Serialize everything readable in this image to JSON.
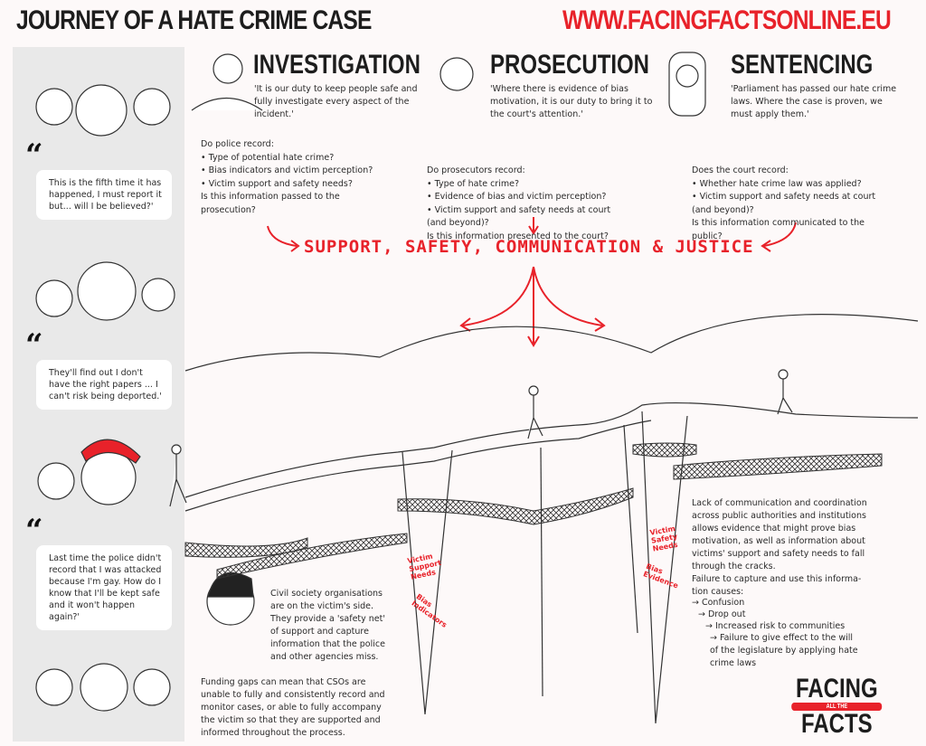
{
  "header": {
    "title": "JOURNEY OF A HATE CRIME CASE",
    "url": "WWW.FACINGFACTSONLINE.EU"
  },
  "victim_quotes": [
    "This is the fifth time it has happened, I must report it but... will I be believed?'",
    "They'll find out I don't have the right papers ... I can't risk being deported.'",
    "Last time the police didn't record that I was attacked because I'm gay. How do I know that I'll be kept safe and it won't happen again?'"
  ],
  "stages": [
    {
      "heading": "INVESTIGATION",
      "quote": "'It is our duty to keep people safe and fully investigate every aspect of the incident.'",
      "lines": [
        "Do police record:",
        "• Type of potential hate crime?",
        "• Bias indicators and victim perception?",
        "• Victim support and safety needs?",
        "Is this information passed to the",
        "prosecution?"
      ]
    },
    {
      "heading": "PROSECUTION",
      "quote": "'Where there is evidence of bias motivation, it is our duty to bring it to the court's attention.'",
      "lines": [
        "Do prosecutors record:",
        "• Type of hate crime?",
        "• Evidence of bias and victim perception?",
        "• Victim support and safety needs at court",
        "  (and beyond)?",
        "Is this information presented to the court?"
      ]
    },
    {
      "heading": "SENTENCING",
      "quote": "'Parliament has passed our hate crime laws. Where the case is proven, we must apply them.'",
      "lines": [
        "Does the court record:",
        "• Whether hate crime law was applied?",
        "• Victim support and safety needs at court",
        "  (and beyond)?",
        "Is this information communicated to the",
        "public?"
      ]
    }
  ],
  "banner": "SUPPORT, SAFETY, COMMUNICATION & JUSTICE",
  "crack_labels": {
    "left": [
      "Victim Support Needs",
      "Bias Indicators"
    ],
    "right": [
      "Victim Safety Needs",
      "Bias Evidence"
    ]
  },
  "cso_text": "Civil society organisations are on the victim's side. They provide a 'safety net' of support and capture information that the police and other agencies miss.",
  "funding_text": "Funding gaps can mean that CSOs are unable to fully and consistently record and monitor cases, or able to fully accompany the victim so that they are supported and informed throughout the process.",
  "gap_text": "Lack of communication and coordination across public authorities and institutions allows evidence that might prove bias motivation, as well as information about victims' support and safety needs to fall through the cracks.",
  "failure_intro": "Failure to capture and use this informa-tion causes:",
  "consequences": [
    "→ Confusion",
    "→ Drop out",
    "→ Increased risk to communities",
    "→ Failure to give effect to the will of the legislature by applying hate crime laws"
  ],
  "logo": {
    "top": "FACING",
    "middle": "ALL THE",
    "bottom": "FACTS"
  },
  "colors": {
    "accent": "#e8222a",
    "text": "#2a2a2a",
    "sidebar": "#e9e9e9"
  }
}
